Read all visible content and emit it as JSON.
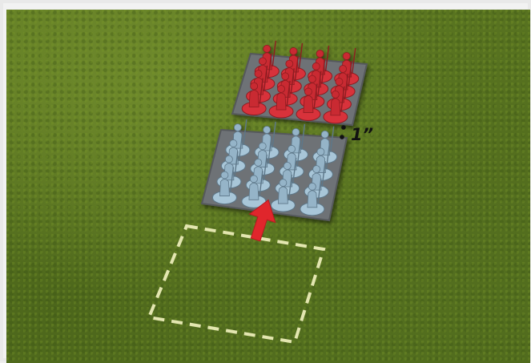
{
  "scene": {
    "gap_label": "1”",
    "colors": {
      "grass_dark": "#4f6a1c",
      "grass_light": "#6f8a2c",
      "enemy_unit": "#d8323a",
      "friendly_unit": "#a8c6d8",
      "tray": "#6e7276",
      "arrow": "#e0262c",
      "move_outline": "#e3e6b0"
    },
    "icons": {
      "move_direction": "red-arrow-up-icon",
      "dashed_area": "dashed-square-outline"
    },
    "units": {
      "enemy": {
        "rows": 4,
        "cols": 4
      },
      "friendly": {
        "rows": 4,
        "cols": 4
      }
    }
  }
}
